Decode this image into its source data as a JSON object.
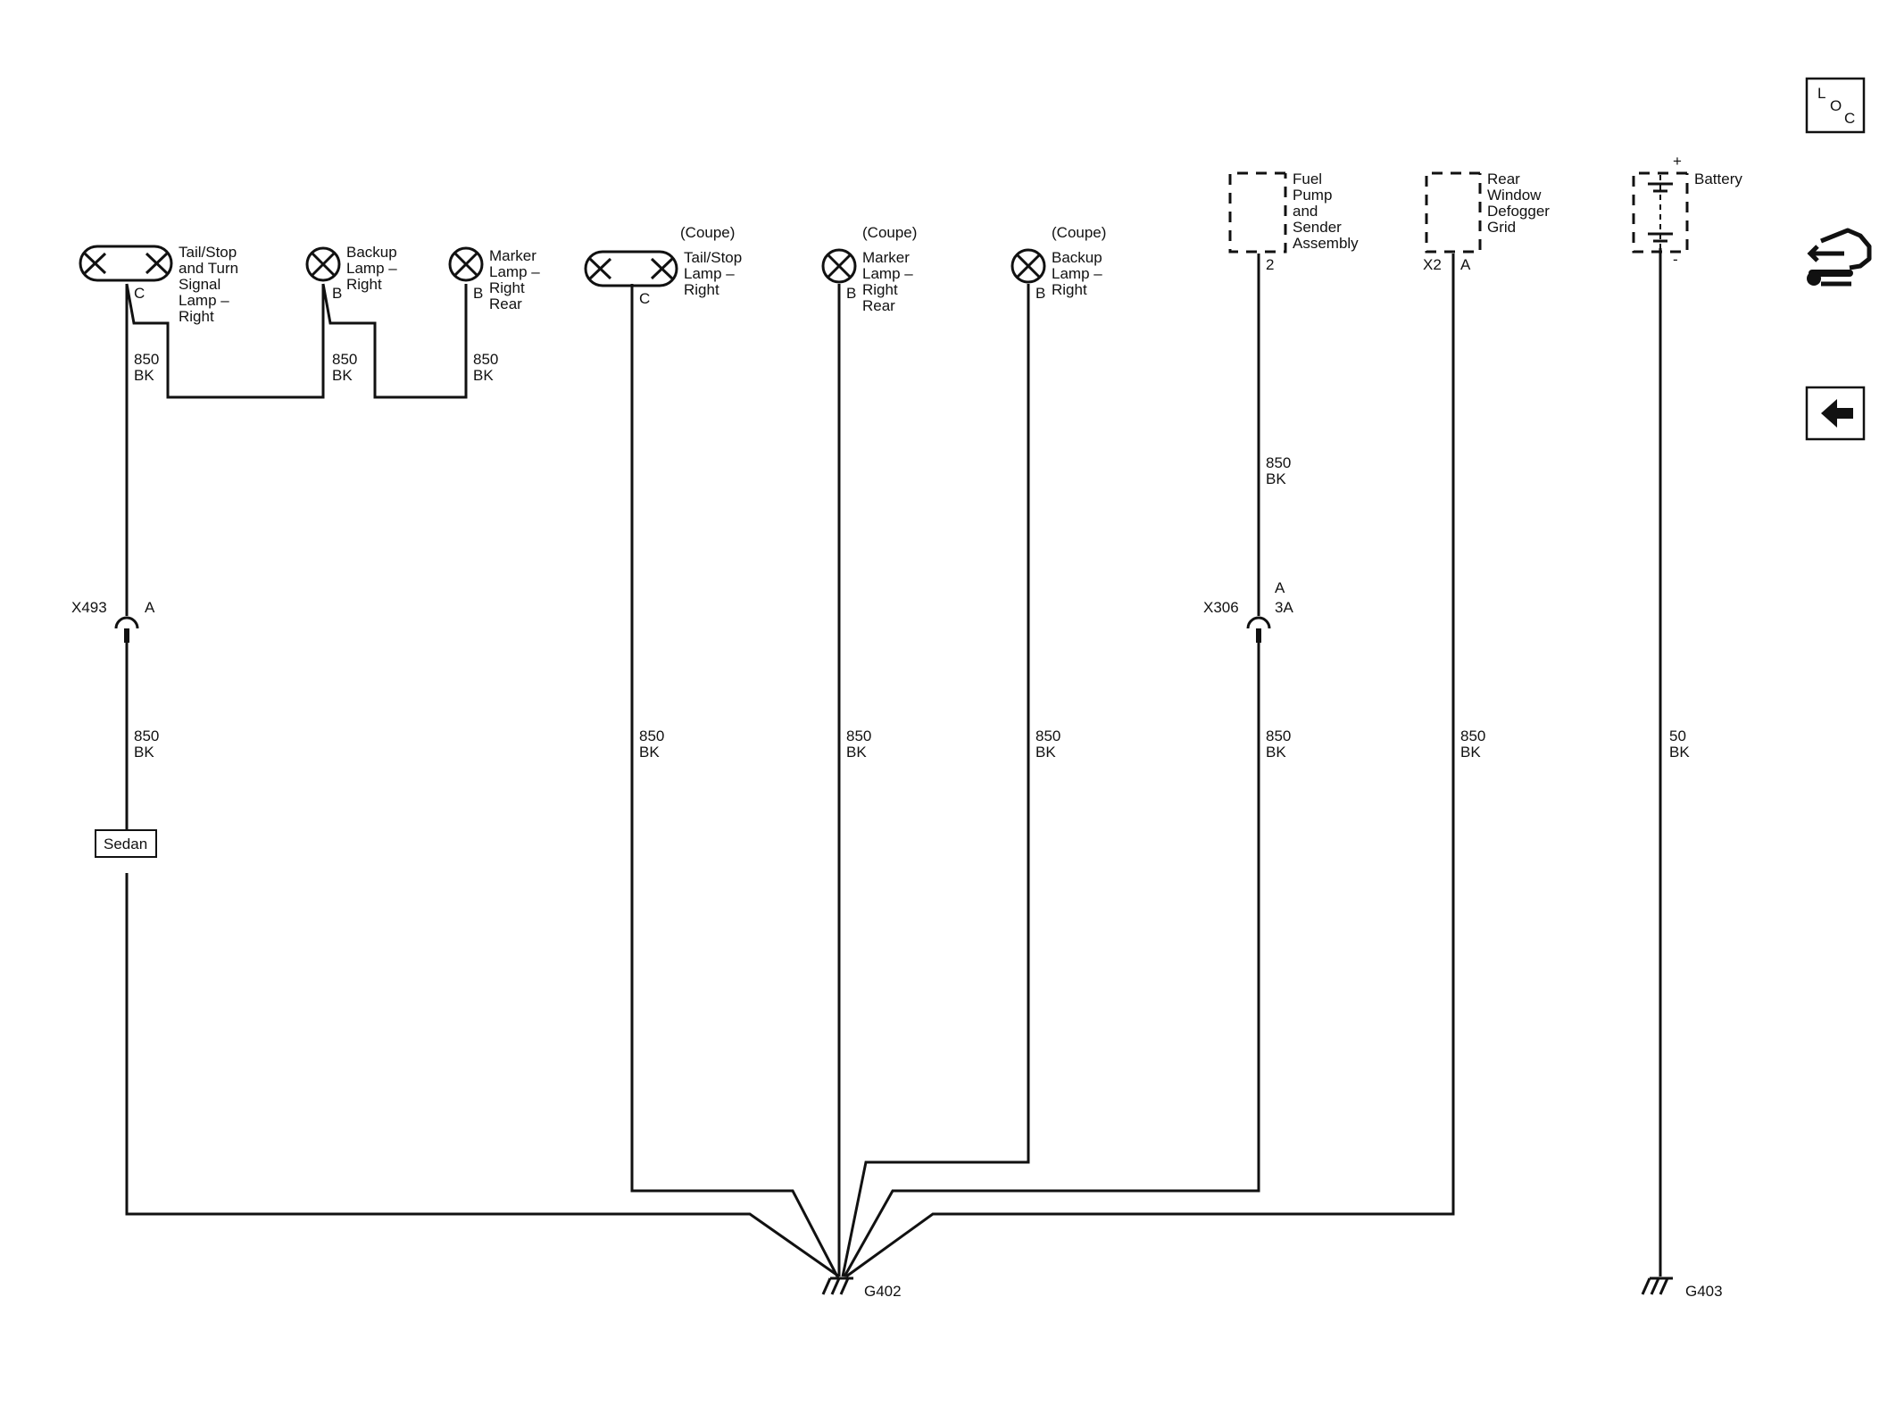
{
  "components": {
    "tail_stop_turn_sedan": {
      "lines": [
        "Tail/Stop",
        "and Turn",
        "Signal",
        "Lamp –",
        "Right"
      ],
      "pin": "C"
    },
    "backup_lamp_sedan": {
      "lines": [
        "Backup",
        "Lamp –",
        "Right"
      ],
      "pin": "B"
    },
    "marker_lamp_sedan": {
      "lines": [
        "Marker",
        "Lamp –",
        "Right",
        "Rear"
      ],
      "pin": "B"
    },
    "tail_stop_coupe": {
      "variant": "(Coupe)",
      "lines": [
        "Tail/Stop",
        "Lamp –",
        "Right"
      ],
      "pin": "C"
    },
    "marker_lamp_coupe": {
      "variant": "(Coupe)",
      "lines": [
        "Marker",
        "Lamp –",
        "Right",
        "Rear"
      ],
      "pin": "B"
    },
    "backup_lamp_coupe": {
      "variant": "(Coupe)",
      "lines": [
        "Backup",
        "Lamp –",
        "Right"
      ],
      "pin": "B"
    },
    "fuel_pump": {
      "lines": [
        "Fuel",
        "Pump",
        "and",
        "Sender",
        "Assembly"
      ],
      "pin": "2"
    },
    "rear_defogger": {
      "lines": [
        "Rear",
        "Window",
        "Defogger",
        "Grid"
      ],
      "connector": "X2",
      "pin": "A"
    },
    "battery": {
      "lines": [
        "Battery"
      ],
      "plus": "+",
      "minus": "-"
    }
  },
  "wires": {
    "w1": {
      "gauge": "850",
      "color": "BK"
    },
    "w2": {
      "gauge": "850",
      "color": "BK"
    },
    "w3": {
      "gauge": "850",
      "color": "BK"
    },
    "w4": {
      "gauge": "850",
      "color": "BK"
    },
    "w5": {
      "gauge": "850",
      "color": "BK"
    },
    "w6": {
      "gauge": "850",
      "color": "BK"
    },
    "w7": {
      "gauge": "850",
      "color": "BK"
    },
    "w8": {
      "gauge": "850",
      "color": "BK"
    },
    "w9": {
      "gauge": "850",
      "color": "BK"
    },
    "w10": {
      "gauge": "850",
      "color": "BK"
    },
    "w11": {
      "gauge": "50",
      "color": "BK"
    }
  },
  "connectors": {
    "x493": {
      "name": "X493",
      "pin": "A"
    },
    "x306": {
      "name": "X306",
      "pin_top": "A",
      "pin_bottom": "3A"
    }
  },
  "option_box": {
    "label": "Sedan"
  },
  "grounds": {
    "g402": "G402",
    "g403": "G403"
  },
  "nav": {
    "loc": {
      "l": "L",
      "o": "O",
      "c": "C"
    }
  }
}
